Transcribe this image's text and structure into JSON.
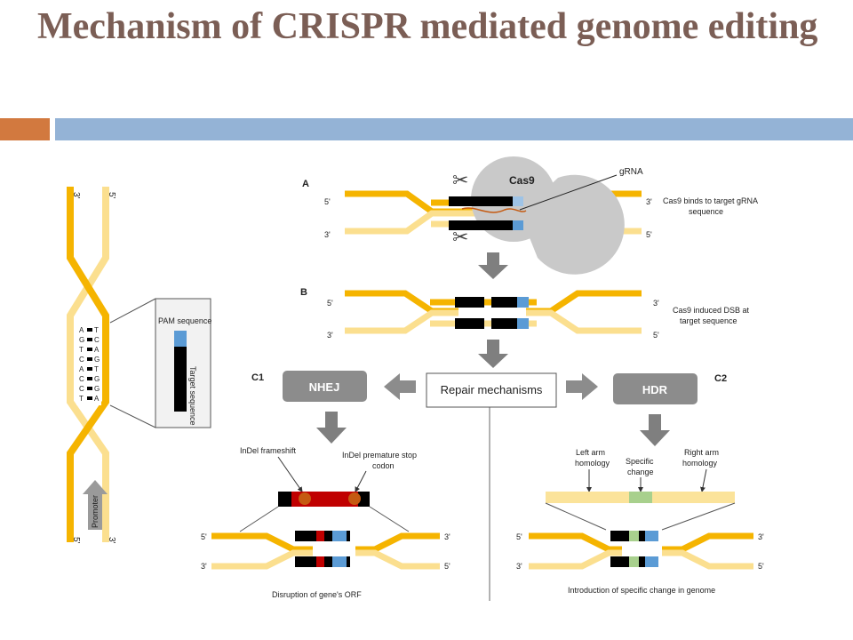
{
  "slide": {
    "title": "Mechanism of CRISPR mediated genome editing"
  },
  "colors": {
    "title": "#7b5e55",
    "accent_orange": "#d2793f",
    "accent_blue": "#94b3d6",
    "dna_dark": "#f5b400",
    "dna_light": "#fbdf8f",
    "pam_blue": "#5b9bd5",
    "box_gray": "#808080",
    "cut_red": "#c00000",
    "edit_green": "#a8d08d"
  },
  "figure": {
    "left_panel": {
      "top_left_end": "3'",
      "top_right_end": "5'",
      "bottom_left_end": "5'",
      "bottom_right_end": "3'",
      "left_bases": [
        "A",
        "G",
        "T",
        "C",
        "A",
        "C",
        "C",
        "T"
      ],
      "right_bases": [
        "T",
        "C",
        "A",
        "G",
        "T",
        "G",
        "G",
        "A"
      ],
      "pam_label": "PAM sequence",
      "target_label": "Target sequence",
      "promoter_label": "Promoter"
    },
    "panel_a": {
      "letter": "A",
      "protein": "Cas9",
      "grna": "gRNA",
      "caption_line1": "Cas9 binds to target gRNA",
      "caption_line2": "sequence",
      "end_tl": "5'",
      "end_bl": "3'",
      "end_tr": "3'",
      "end_br": "5'"
    },
    "panel_b": {
      "letter": "B",
      "caption_line1": "Cas9 induced DSB at",
      "caption_line2": "target sequence",
      "end_tl": "5'",
      "end_bl": "3'",
      "end_tr": "3'",
      "end_br": "5'"
    },
    "repair": {
      "center_label": "Repair mechanisms",
      "nhej": "NHEJ",
      "hdr": "HDR",
      "c1": "C1",
      "c2": "C2"
    },
    "nhej_panel": {
      "indel_frameshift": "InDel frameshift",
      "indel_stop_line1": "InDel premature stop",
      "indel_stop_line2": "codon",
      "end_tl": "5'",
      "end_bl": "3'",
      "end_tr": "3'",
      "end_br": "5'",
      "caption": "Disruption of gene's ORF"
    },
    "hdr_panel": {
      "left_arm_line1": "Left arm",
      "left_arm_line2": "homology",
      "specific_line1": "Specific",
      "specific_line2": "change",
      "right_arm_line1": "Right arm",
      "right_arm_line2": "homology",
      "end_tl": "5'",
      "end_bl": "3'",
      "end_tr": "3'",
      "end_br": "5'",
      "caption": "Introduction  of specific change in genome"
    }
  }
}
